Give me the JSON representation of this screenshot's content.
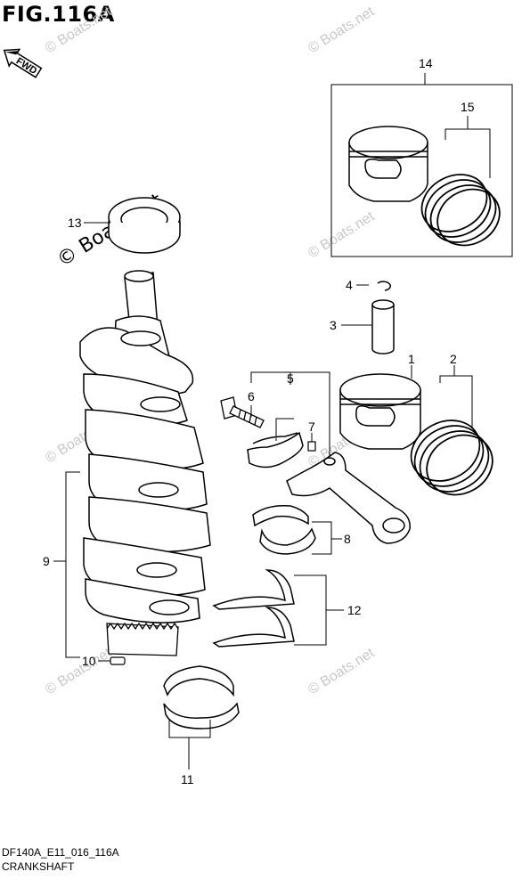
{
  "figure": {
    "title": "FIG.116A",
    "direction_label": "FWD",
    "code": "DF140A_E11_016_116A",
    "name": "CRANKSHAFT"
  },
  "watermark": {
    "text": "© Boats.net",
    "short": "Boats.net"
  },
  "callouts": [
    "1",
    "2",
    "3",
    "4",
    "5",
    "6",
    "7",
    "8",
    "9",
    "10",
    "11",
    "12",
    "13",
    "14",
    "15"
  ],
  "colors": {
    "line": "#000000",
    "watermark": "#bbbbbb",
    "background": "#ffffff"
  }
}
